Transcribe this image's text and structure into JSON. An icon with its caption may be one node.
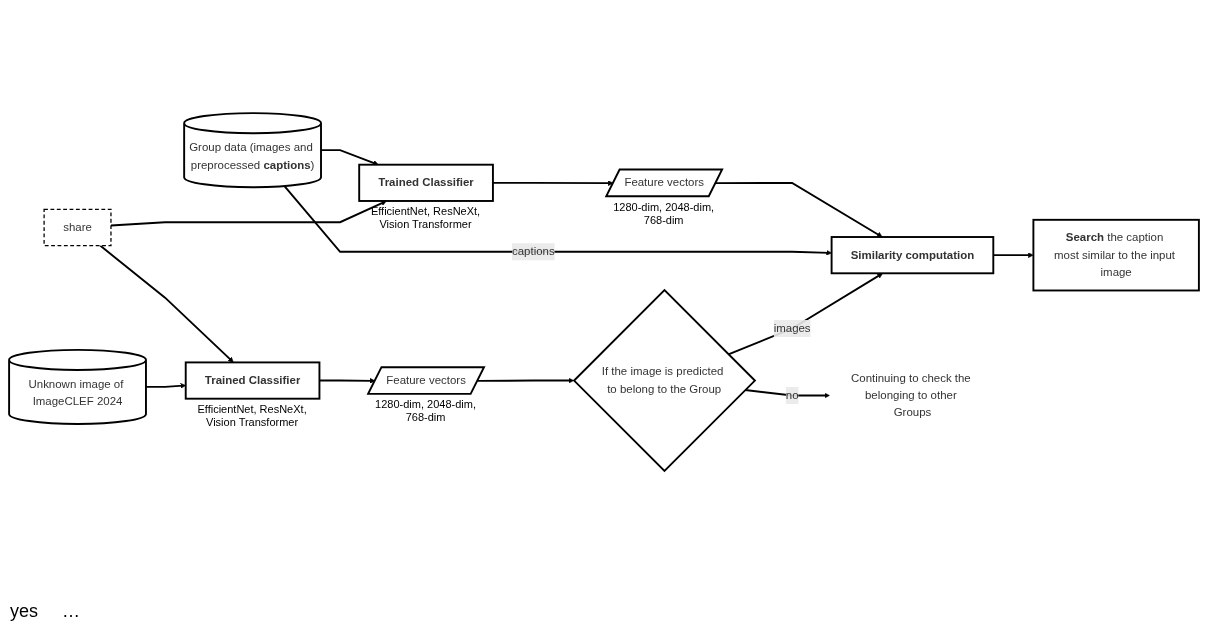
{
  "diagram": {
    "nodes": [
      {
        "text": [
          "Group data (images and preprocessed **captions**)"
        ]
      },
      {
        "text": [
          "Trained Classifier"
        ],
        "beside": [
          "EfficientNet, ResNeXt, Vision Transformer"
        ]
      },
      {
        "text": [
          "Feature vectors"
        ],
        "beside": [
          "1280-dim, 2048-dim, 768-dim"
        ]
      },
      {
        "text": [
          "Similarity computation"
        ]
      },
      {
        "text": [
          "**Search** the caption most similar to the input image"
        ]
      },
      {
        "text": [
          "share"
        ]
      },
      {
        "text": [
          "Unknown image of ImageCLEF 2024"
        ]
      },
      {
        "text": [
          "Trained Classifier"
        ],
        "beside": [
          "EfficientNet, ResNeXt, Vision Transformer"
        ]
      },
      {
        "text": [
          "Feature vectors"
        ],
        "beside": [
          "1280-dim, 2048-dim, 768-dim"
        ]
      },
      {
        "text": [
          "If the image is predicted to belong to the Group"
        ]
      },
      {
        "text": [
          "Continuing to check the belonging to other Groups"
        ]
      }
    ],
    "edges": [
      {
        "from": 0,
        "to": 1,
        "arrow": "to"
      },
      {
        "from": 1,
        "to": 2,
        "arrow": "to"
      },
      {
        "from": 2,
        "to": 3,
        "arrow": "to"
      },
      {
        "from": 0,
        "to": 3,
        "arrow": "to",
        "label": "captions"
      },
      {
        "from": 3,
        "to": 4,
        "arrow": "to"
      },
      {
        "from": 5,
        "to": 1,
        "arrow": "to"
      },
      {
        "from": 5,
        "to": 7,
        "arrow": "to"
      },
      {
        "from": 6,
        "to": 7,
        "arrow": "to"
      },
      {
        "from": 7,
        "to": 8,
        "arrow": "to"
      },
      {
        "from": 8,
        "to": 9,
        "arrow": "to"
      },
      {
        "from": 9,
        "to": 3,
        "arrow": "to",
        "label": "images"
      },
      {
        "from": 9,
        "to": 10,
        "arrow": "to",
        "label": "no"
      }
    ],
    "labels": [
      "yes",
      "…"
    ]
  }
}
